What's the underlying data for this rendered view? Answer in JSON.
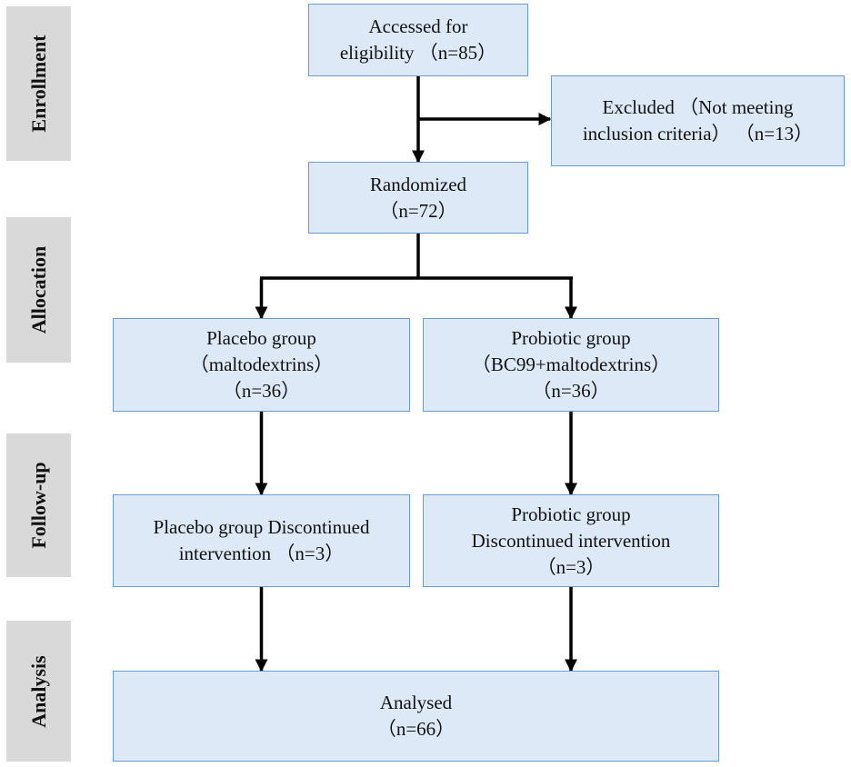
{
  "stages": [
    {
      "id": "enrollment",
      "label": "Enrollment"
    },
    {
      "id": "allocation",
      "label": "Allocation"
    },
    {
      "id": "follow_up",
      "label": "Follow-up"
    },
    {
      "id": "analysis",
      "label": "Analysis"
    }
  ],
  "boxes": {
    "accessed": {
      "lines": [
        "Accessed for",
        "eligibility （n=85）"
      ]
    },
    "excluded": {
      "lines": [
        "Excluded （Not meeting",
        "inclusion criteria） （n=13）"
      ]
    },
    "randomized": {
      "lines": [
        "Randomized",
        "（n=72）"
      ]
    },
    "placebo_group": {
      "lines": [
        "Placebo group",
        "（maltodextrins）",
        "（n=36）"
      ]
    },
    "probiotic_group": {
      "lines": [
        "Probiotic group",
        "（BC99+maltodextrins）",
        "（n=36）"
      ]
    },
    "placebo_discontinued": {
      "lines": [
        "Placebo group Discontinued",
        "intervention （n=3）"
      ]
    },
    "probiotic_discontinued": {
      "lines": [
        "Probiotic group",
        "Discontinued intervention",
        "（n=3）"
      ]
    },
    "analysed": {
      "lines": [
        "Analysed",
        "（n=66）"
      ]
    }
  }
}
